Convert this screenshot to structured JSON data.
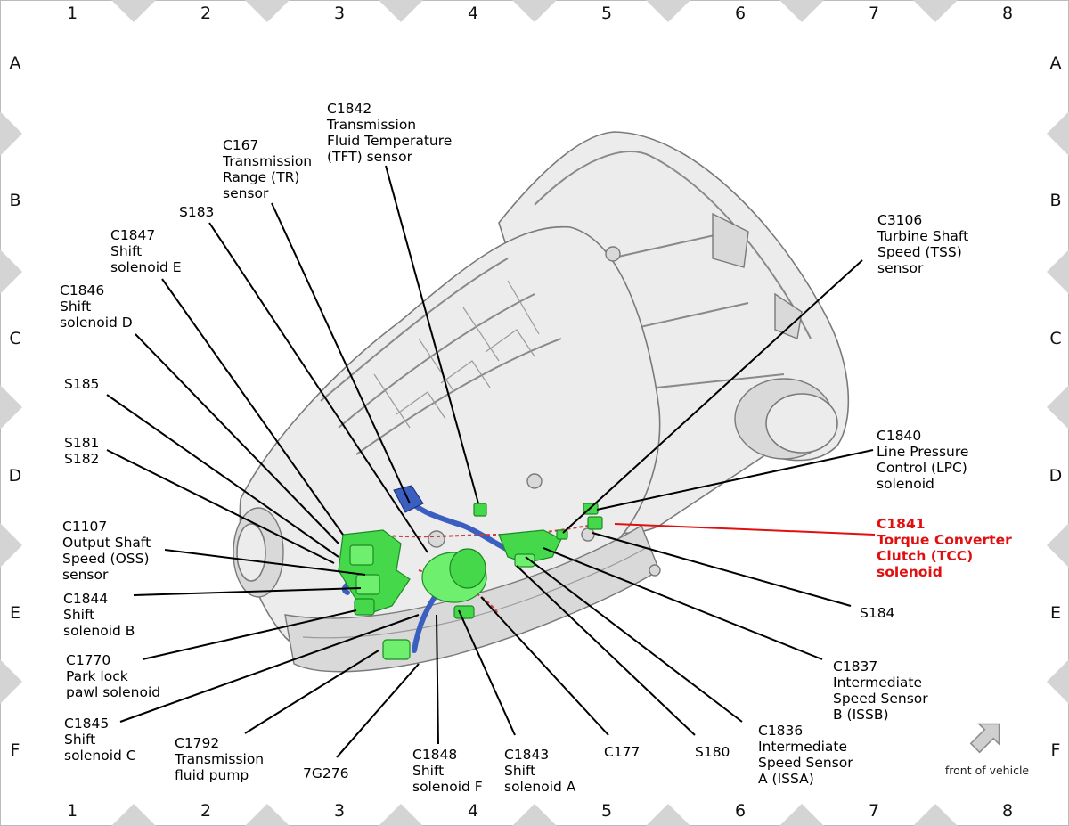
{
  "grid": {
    "columns": [
      "1",
      "2",
      "3",
      "4",
      "5",
      "6",
      "7",
      "8"
    ],
    "rows": [
      "A",
      "B",
      "C",
      "D",
      "E",
      "F"
    ]
  },
  "colors": {
    "component": "#44d84a",
    "wiring": "#3a5fc0",
    "highlight": "#e01010",
    "housing": "#ececec"
  },
  "labels": {
    "c1842": [
      "C1842",
      "Transmission",
      "Fluid Temperature",
      "(TFT) sensor"
    ],
    "c167": [
      "C167",
      "Transmission",
      "Range (TR)",
      "sensor"
    ],
    "s183": [
      "S183"
    ],
    "c1847": [
      "C1847",
      "Shift",
      "solenoid E"
    ],
    "c1846": [
      "C1846",
      "Shift",
      "solenoid D"
    ],
    "s185": [
      "S185"
    ],
    "s181_s182": [
      "S181",
      "S182"
    ],
    "c1107": [
      "C1107",
      "Output Shaft",
      "Speed (OSS)",
      "sensor"
    ],
    "c1844": [
      "C1844",
      "Shift",
      "solenoid B"
    ],
    "c1770": [
      "C1770",
      "Park lock",
      "pawl solenoid"
    ],
    "c1845": [
      "C1845",
      "Shift",
      "solenoid C"
    ],
    "c1792": [
      "C1792",
      "Transmission",
      "fluid pump"
    ],
    "7g276": [
      "7G276"
    ],
    "c1848": [
      "C1848",
      "Shift",
      "solenoid F"
    ],
    "c1843": [
      "C1843",
      "Shift",
      "solenoid A"
    ],
    "c177": [
      "C177"
    ],
    "s180": [
      "S180"
    ],
    "c1836": [
      "C1836",
      "Intermediate",
      "Speed Sensor",
      "A (ISSA)"
    ],
    "c1837": [
      "C1837",
      "Intermediate",
      "Speed Sensor",
      "B (ISSB)"
    ],
    "s184": [
      "S184"
    ],
    "c1841": [
      "C1841",
      "Torque Converter",
      "Clutch (TCC)",
      "solenoid"
    ],
    "c1840": [
      "C1840",
      "Line Pressure",
      "Control (LPC)",
      "solenoid"
    ],
    "c3106": [
      "C3106",
      "Turbine Shaft",
      "Speed (TSS)",
      "sensor"
    ]
  },
  "front_indicator": {
    "text": "front of vehicle",
    "icon": "arrow-up-right-icon"
  }
}
